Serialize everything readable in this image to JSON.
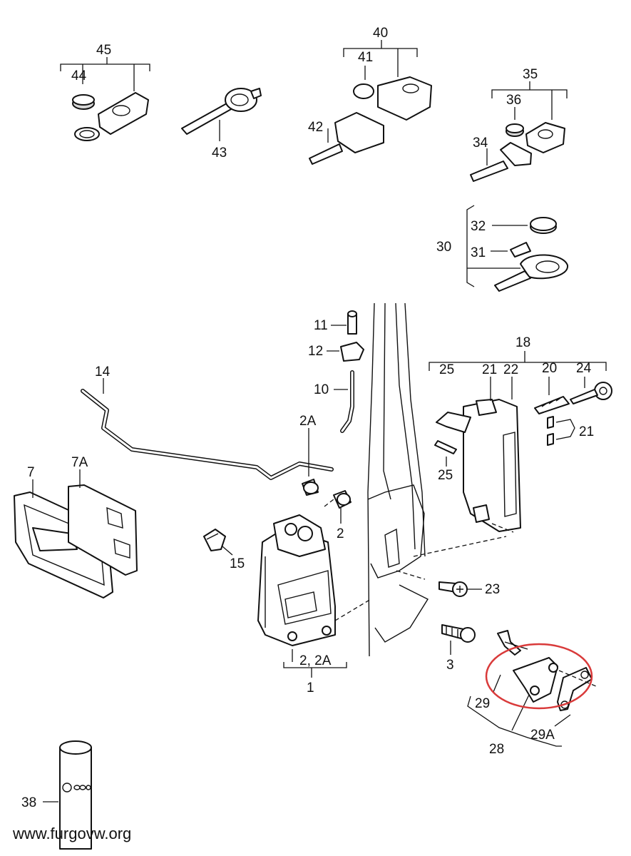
{
  "labels": {
    "p45": "45",
    "p44": "44",
    "p43": "43",
    "p40": "40",
    "p41": "41",
    "p42": "42",
    "p35": "35",
    "p36": "36",
    "p34": "34",
    "p30": "30",
    "p32": "32",
    "p31": "31",
    "p11": "11",
    "p12": "12",
    "p10": "10",
    "p14": "14",
    "p2A": "2A",
    "p7": "7",
    "p7A": "7A",
    "p2": "2",
    "p15": "15",
    "p18": "18",
    "p25a": "25",
    "p21a": "21",
    "p22": "22",
    "p20": "20",
    "p24": "24",
    "p21b": "21",
    "p25b": "25",
    "p23": "23",
    "p3": "3",
    "p2_2A": "2, 2A",
    "p1": "1",
    "p29": "29",
    "p29A": "29A",
    "p28": "28",
    "p38": "38"
  },
  "watermark": "www.furgovw.org",
  "highlight_color": "#d93a3a"
}
